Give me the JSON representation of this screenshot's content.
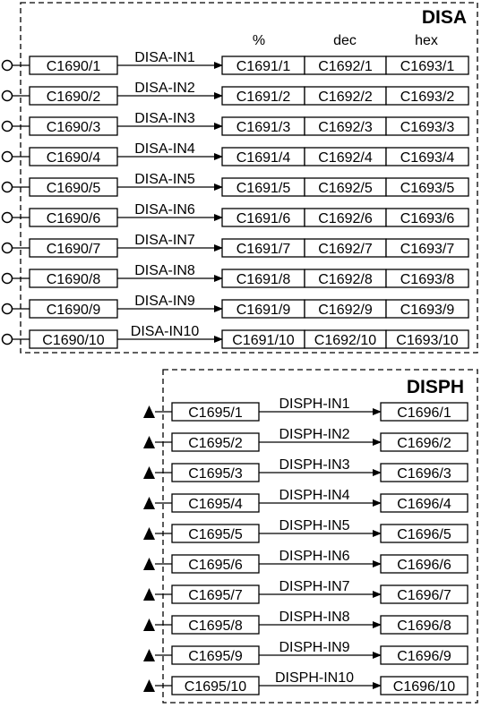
{
  "disa": {
    "title": "DISA",
    "columns": [
      "%",
      "dec",
      "hex"
    ],
    "rows": [
      {
        "src": "C1690/1",
        "signal": "DISA-IN1",
        "outs": [
          "C1691/1",
          "C1692/1",
          "C1693/1"
        ]
      },
      {
        "src": "C1690/2",
        "signal": "DISA-IN2",
        "outs": [
          "C1691/2",
          "C1692/2",
          "C1693/2"
        ]
      },
      {
        "src": "C1690/3",
        "signal": "DISA-IN3",
        "outs": [
          "C1691/3",
          "C1692/3",
          "C1693/3"
        ]
      },
      {
        "src": "C1690/4",
        "signal": "DISA-IN4",
        "outs": [
          "C1691/4",
          "C1692/4",
          "C1693/4"
        ]
      },
      {
        "src": "C1690/5",
        "signal": "DISA-IN5",
        "outs": [
          "C1691/5",
          "C1692/5",
          "C1693/5"
        ]
      },
      {
        "src": "C1690/6",
        "signal": "DISA-IN6",
        "outs": [
          "C1691/6",
          "C1692/6",
          "C1693/6"
        ]
      },
      {
        "src": "C1690/7",
        "signal": "DISA-IN7",
        "outs": [
          "C1691/7",
          "C1692/7",
          "C1693/7"
        ]
      },
      {
        "src": "C1690/8",
        "signal": "DISA-IN8",
        "outs": [
          "C1691/8",
          "C1692/8",
          "C1693/8"
        ]
      },
      {
        "src": "C1690/9",
        "signal": "DISA-IN9",
        "outs": [
          "C1691/9",
          "C1692/9",
          "C1693/9"
        ]
      },
      {
        "src": "C1690/10",
        "signal": "DISA-IN10",
        "outs": [
          "C1691/10",
          "C1692/10",
          "C1693/10"
        ]
      }
    ]
  },
  "disph": {
    "title": "DISPH",
    "rows": [
      {
        "src": "C1695/1",
        "signal": "DISPH-IN1",
        "out": "C1696/1"
      },
      {
        "src": "C1695/2",
        "signal": "DISPH-IN2",
        "out": "C1696/2"
      },
      {
        "src": "C1695/3",
        "signal": "DISPH-IN3",
        "out": "C1696/3"
      },
      {
        "src": "C1695/4",
        "signal": "DISPH-IN4",
        "out": "C1696/4"
      },
      {
        "src": "C1695/5",
        "signal": "DISPH-IN5",
        "out": "C1696/5"
      },
      {
        "src": "C1695/6",
        "signal": "DISPH-IN6",
        "out": "C1696/6"
      },
      {
        "src": "C1695/7",
        "signal": "DISPH-IN7",
        "out": "C1696/7"
      },
      {
        "src": "C1695/8",
        "signal": "DISPH-IN8",
        "out": "C1696/8"
      },
      {
        "src": "C1695/9",
        "signal": "DISPH-IN9",
        "out": "C1696/9"
      },
      {
        "src": "C1695/10",
        "signal": "DISPH-IN10",
        "out": "C1696/10"
      }
    ]
  }
}
